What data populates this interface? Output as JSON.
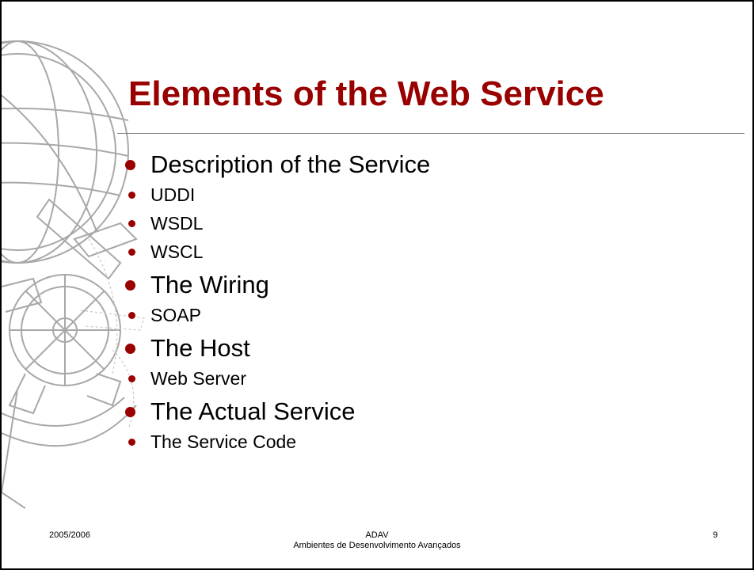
{
  "slide": {
    "title": "Elements of the Web Service",
    "accent_color": "#990000",
    "bullet_icon": "dot-bullet-icon",
    "decoration_icon": "armillary-sphere-icon",
    "items": [
      {
        "label": "Description of the Service",
        "children": [
          "UDDI",
          "WSDL",
          "WSCL"
        ]
      },
      {
        "label": "The Wiring",
        "children": [
          "SOAP"
        ]
      },
      {
        "label": "The Host",
        "children": [
          "Web Server"
        ]
      },
      {
        "label": "The Actual Service",
        "children": [
          "The Service Code"
        ]
      }
    ]
  },
  "footer": {
    "date": "2005/2006",
    "course_code": "ADAV",
    "course_name": "Ambientes de Desenvolvimento Avançados",
    "page_number": "9"
  }
}
